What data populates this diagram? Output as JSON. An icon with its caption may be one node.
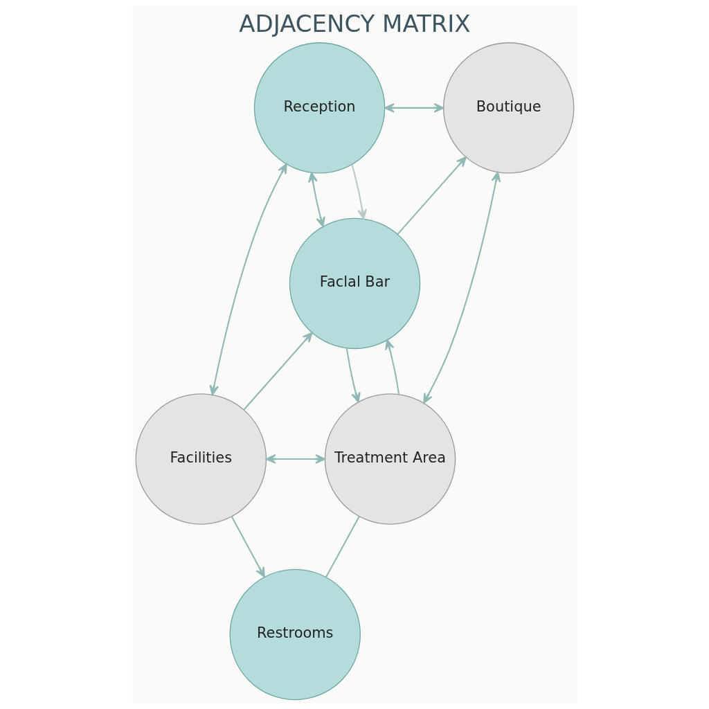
{
  "diagram": {
    "title": "ADJACENCY MATRIX",
    "nodes": [
      {
        "text": [
          "Reception"
        ]
      },
      {
        "text": [
          "Boutique"
        ]
      },
      {
        "text": [
          "Faclal Bar"
        ]
      },
      {
        "text": [
          "Facilities"
        ]
      },
      {
        "text": [
          "Treatment Area"
        ]
      },
      {
        "text": [
          "Restrooms"
        ]
      }
    ],
    "edges": [
      {
        "from": 0,
        "to": 1,
        "arrow": "both"
      },
      {
        "from": 0,
        "to": 2,
        "arrow": "both"
      },
      {
        "from": 0,
        "to": 2,
        "arrow": "to",
        "color": "#b9c9c8"
      },
      {
        "from": 2,
        "to": 1,
        "arrow": "to"
      },
      {
        "from": 0,
        "to": 3,
        "arrow": "both"
      },
      {
        "from": 1,
        "to": 4,
        "arrow": "both"
      },
      {
        "from": 3,
        "to": 2,
        "arrow": "to"
      },
      {
        "from": 4,
        "to": 2,
        "arrow": "to"
      },
      {
        "from": 2,
        "to": 4,
        "arrow": "to"
      },
      {
        "from": 3,
        "to": 4,
        "arrow": "both"
      },
      {
        "from": 3,
        "to": 5,
        "arrow": "to"
      },
      {
        "from": 5,
        "to": 4,
        "arrow": "none"
      }
    ]
  }
}
